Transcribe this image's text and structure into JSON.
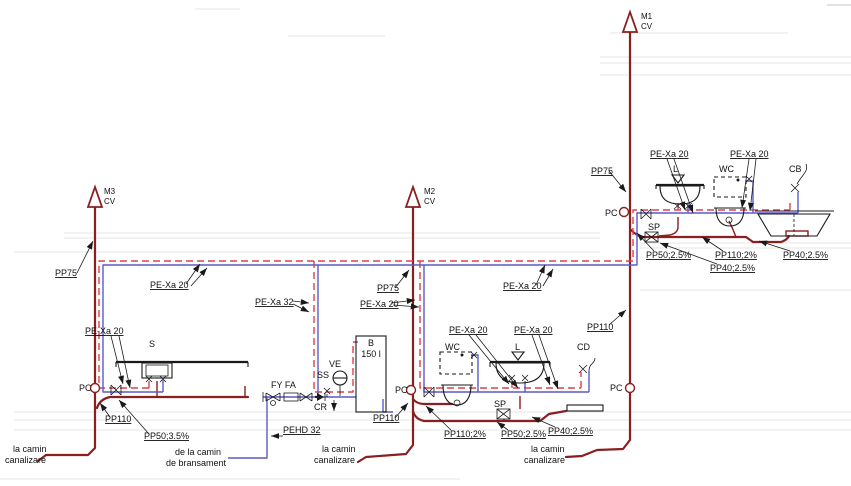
{
  "drawing": {
    "type": "sanitary-plumbing-schematic",
    "colors": {
      "sewer_pipe": "#8a1f1f",
      "cold_water_pipe": "#5a5ac8",
      "hot_water_pipe": "#e04048",
      "drawing_ink": "#1a1a1a",
      "floor_line": "#e4e4e4"
    }
  },
  "risers": [
    {
      "name": "M1",
      "type": "CV"
    },
    {
      "name": "M2",
      "type": "CV"
    },
    {
      "name": "M3",
      "type": "CV"
    }
  ],
  "pipe_labels": {
    "vent": "PP75",
    "pexa20": "PE-Xa 20",
    "pexa32": "PE-Xa 32",
    "pp110": "PP110",
    "pp110_2": "PP110;2%",
    "pp50_25": "PP50;2.5%",
    "pp50_35": "PP50;3.5%",
    "pp40_25": "PP40;2.5%",
    "pehd32": "PEHD 32"
  },
  "equipment": {
    "boiler_name": "B",
    "boiler_capacity": "150 l",
    "ve": "VE",
    "ss": "SS",
    "cr": "CR",
    "fyfa": "FY FA",
    "sp": "SP",
    "pc": "PC",
    "cd": "CD"
  },
  "fixtures": {
    "lavatory": "L",
    "wc": "WC",
    "bathtub": "CB",
    "sink": "S"
  },
  "notes": {
    "to_sewer_line1": "la camin",
    "to_sewer_line2": "canalizare",
    "from_service_line1": "de la camin",
    "from_service_line2": "de bransament"
  }
}
